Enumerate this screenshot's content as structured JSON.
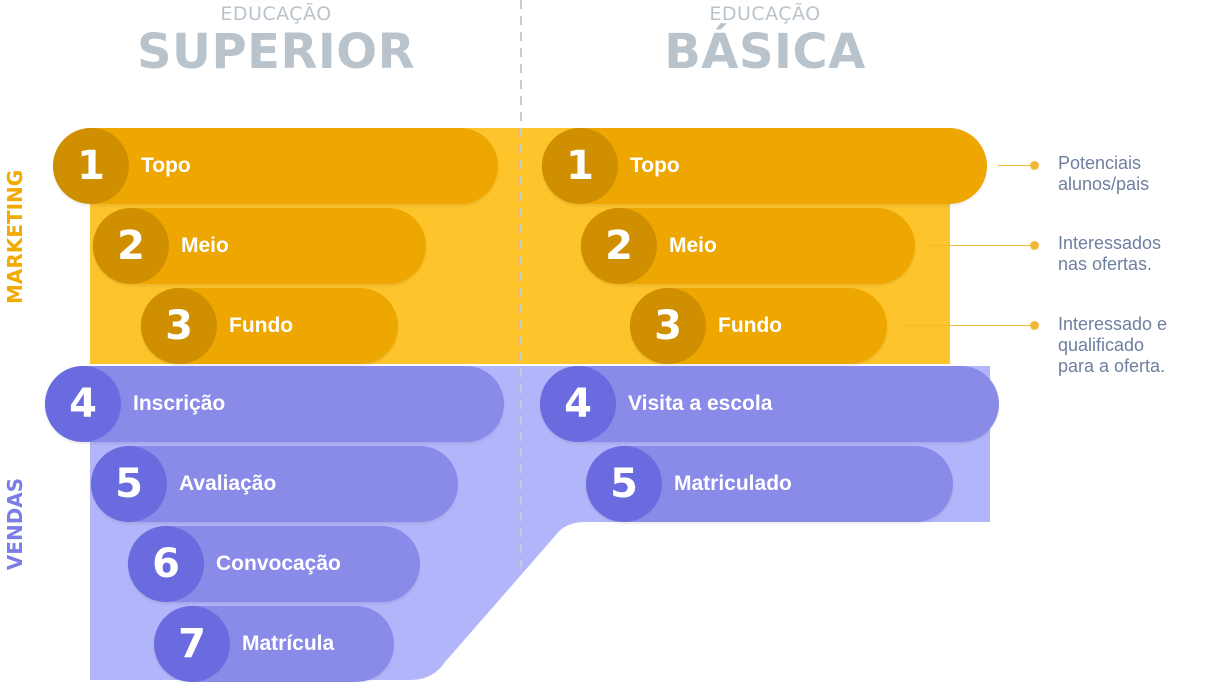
{
  "columns": {
    "left": {
      "kicker": "EDUCAÇÃO",
      "title": "SUPERIOR"
    },
    "right": {
      "kicker": "EDUCAÇÃO",
      "title": "BÁSICA"
    }
  },
  "side_labels": {
    "marketing": "MARKETING",
    "vendas": "VENDAS"
  },
  "superior_stages": [
    {
      "number": "1",
      "label": "Topo",
      "phase": "marketing"
    },
    {
      "number": "2",
      "label": "Meio",
      "phase": "marketing"
    },
    {
      "number": "3",
      "label": "Fundo",
      "phase": "marketing"
    },
    {
      "number": "4",
      "label": "Inscrição",
      "phase": "vendas"
    },
    {
      "number": "5",
      "label": "Avaliação",
      "phase": "vendas"
    },
    {
      "number": "6",
      "label": "Convocação",
      "phase": "vendas"
    },
    {
      "number": "7",
      "label": "Matrícula",
      "phase": "vendas"
    }
  ],
  "basica_stages": [
    {
      "number": "1",
      "label": "Topo",
      "phase": "marketing"
    },
    {
      "number": "2",
      "label": "Meio",
      "phase": "marketing"
    },
    {
      "number": "3",
      "label": "Fundo",
      "phase": "marketing"
    },
    {
      "number": "4",
      "label": "Visita a escola",
      "phase": "vendas"
    },
    {
      "number": "5",
      "label": "Matriculado",
      "phase": "vendas"
    }
  ],
  "notes": [
    {
      "line1": "Potenciais",
      "line2": "alunos/pais",
      "line3": ""
    },
    {
      "line1": "Interessados",
      "line2": "nas ofertas.",
      "line3": ""
    },
    {
      "line1": "Interessado e",
      "line2": "qualificado",
      "line3": "para a oferta."
    }
  ],
  "colors": {
    "marketing": "#eea600",
    "marketing_number": "#cf8f00",
    "marketing_band": "#fdc42c",
    "vendas": "#8a8ae9",
    "vendas_number": "#6b6be0",
    "vendas_band": "#b3b5fb",
    "heading": "#b9c3cc",
    "note_text": "#6f7fa0"
  }
}
